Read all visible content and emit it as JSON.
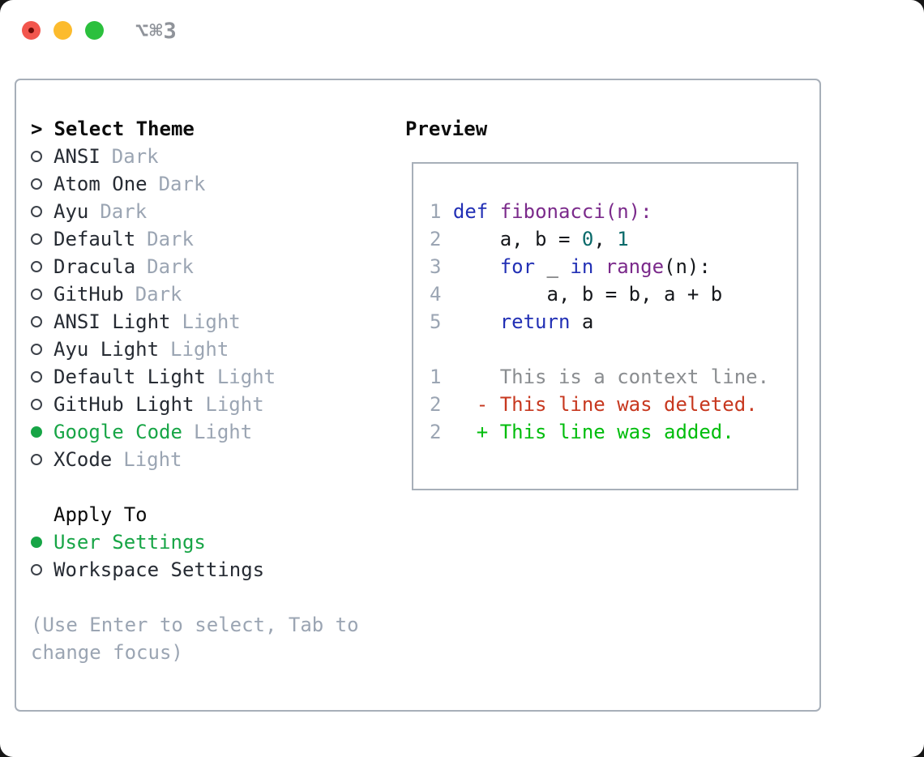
{
  "window": {
    "title": "⌥⌘3"
  },
  "colors": {
    "selected_green": "#17a546",
    "added_green": "#00bd0c",
    "deleted_red": "#c7381f",
    "keyword_blue": "#2230b5",
    "function_purple": "#7b2a8b",
    "literal_teal": "#0a6a6a",
    "muted_gray": "#9ba5b3",
    "border_gray": "#a7afb9"
  },
  "panel": {
    "header": {
      "prompt": ">",
      "label": "Select Theme"
    },
    "themes": [
      {
        "name": "ANSI",
        "variant": "Dark",
        "selected": false
      },
      {
        "name": "Atom One",
        "variant": "Dark",
        "selected": false
      },
      {
        "name": "Ayu",
        "variant": "Dark",
        "selected": false
      },
      {
        "name": "Default",
        "variant": "Dark",
        "selected": false
      },
      {
        "name": "Dracula",
        "variant": "Dark",
        "selected": false
      },
      {
        "name": "GitHub",
        "variant": "Dark",
        "selected": false
      },
      {
        "name": "ANSI Light",
        "variant": "Light",
        "selected": false
      },
      {
        "name": "Ayu Light",
        "variant": "Light",
        "selected": false
      },
      {
        "name": "Default Light",
        "variant": "Light",
        "selected": false
      },
      {
        "name": "GitHub Light",
        "variant": "Light",
        "selected": false
      },
      {
        "name": "Google Code",
        "variant": "Light",
        "selected": true
      },
      {
        "name": "XCode",
        "variant": "Light",
        "selected": false
      }
    ],
    "apply_to": {
      "label": "Apply To",
      "options": [
        {
          "label": "User Settings",
          "selected": true
        },
        {
          "label": "Workspace Settings",
          "selected": false
        }
      ]
    },
    "hint_line1": "(Use Enter to select, Tab to",
    "hint_line2": "change focus)"
  },
  "preview": {
    "title": "Preview",
    "code": [
      [
        {
          "c": "ln",
          "t": "1 "
        },
        {
          "c": "kw",
          "t": "def"
        },
        {
          "c": "pl",
          "t": " "
        },
        {
          "c": "fn",
          "t": "fibonacci(n):"
        }
      ],
      [
        {
          "c": "ln",
          "t": "2 "
        },
        {
          "c": "pl",
          "t": "    a, b = "
        },
        {
          "c": "lit",
          "t": "0"
        },
        {
          "c": "pl",
          "t": ", "
        },
        {
          "c": "lit",
          "t": "1"
        }
      ],
      [
        {
          "c": "ln",
          "t": "3 "
        },
        {
          "c": "pl",
          "t": "    "
        },
        {
          "c": "kw",
          "t": "for"
        },
        {
          "c": "pl",
          "t": " _ "
        },
        {
          "c": "kw",
          "t": "in"
        },
        {
          "c": "pl",
          "t": " "
        },
        {
          "c": "fn",
          "t": "range"
        },
        {
          "c": "pl",
          "t": "(n):"
        }
      ],
      [
        {
          "c": "ln",
          "t": "4 "
        },
        {
          "c": "pl",
          "t": "        a, b = b, a + b"
        }
      ],
      [
        {
          "c": "ln",
          "t": "5 "
        },
        {
          "c": "pl",
          "t": "    "
        },
        {
          "c": "kw",
          "t": "return"
        },
        {
          "c": "pl",
          "t": " a"
        }
      ],
      [],
      [
        {
          "c": "ln",
          "t": "1 "
        },
        {
          "c": "ctx",
          "t": "    This is a context line."
        }
      ],
      [
        {
          "c": "ln",
          "t": "2 "
        },
        {
          "c": "del",
          "t": "  - This line was deleted."
        }
      ],
      [
        {
          "c": "ln",
          "t": "2 "
        },
        {
          "c": "add",
          "t": "  + This line was added."
        }
      ]
    ]
  }
}
